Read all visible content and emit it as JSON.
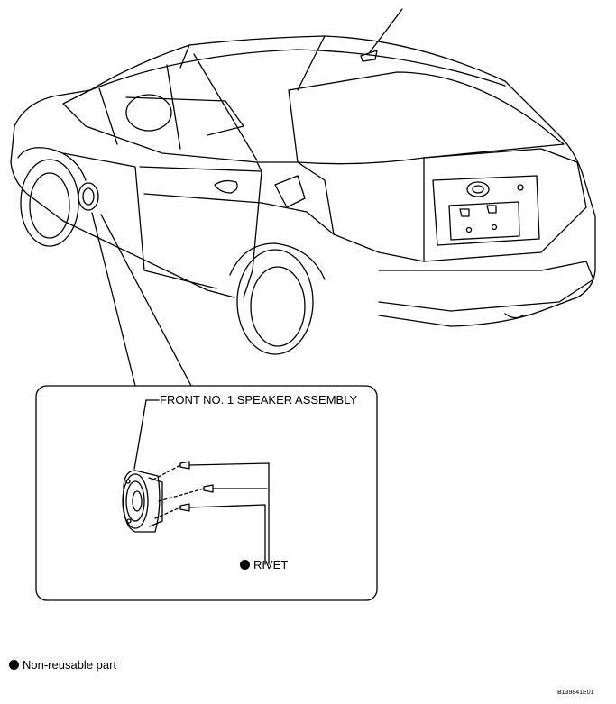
{
  "callout": {
    "speaker_label": "FRONT NO. 1 SPEAKER ASSEMBLY",
    "rivet_label": "RIVET"
  },
  "legend": {
    "non_reusable_label": "Non-reusable part"
  },
  "figure_id": "B139841E01",
  "colors": {
    "line": "#000000",
    "background": "#ffffff"
  },
  "icons": [
    "filled-circle-icon"
  ]
}
